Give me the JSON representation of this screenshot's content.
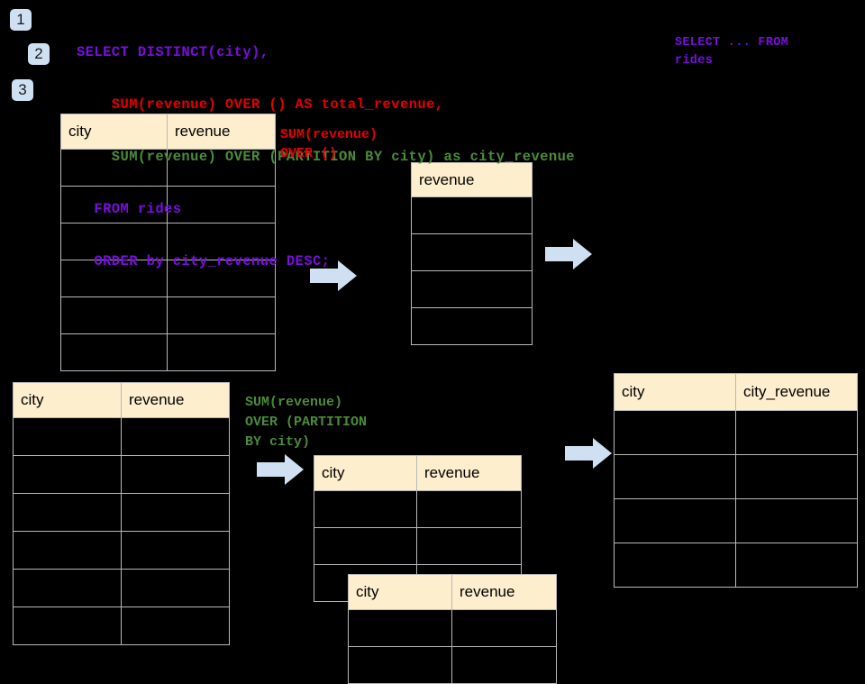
{
  "background": "#000000",
  "colors": {
    "badge_bg": "#cfe0f2",
    "header_bg": "#fdeecd",
    "grid_line": "#b9b9b9",
    "purple": "#7a0fdd",
    "red": "#e60000",
    "green": "#4b8b3b",
    "arrow": "#cfe0f2"
  },
  "badges": [
    {
      "label": "1"
    },
    {
      "label": "2"
    },
    {
      "label": "3"
    }
  ],
  "sql": {
    "lines": [
      {
        "text": "SELECT DISTINCT(city),",
        "color": "purple"
      },
      {
        "text": "    SUM(revenue) OVER () AS total_revenue,",
        "color": "red"
      },
      {
        "text": "    SUM(revenue) OVER (PARTITION BY city) as city_revenue",
        "color": "green"
      },
      {
        "text": "  FROM rides",
        "color": "purple"
      },
      {
        "text": "  ORDER by city_revenue DESC;",
        "color": "purple"
      }
    ]
  },
  "annotations": {
    "source_note": "SELECT ... FROM\nrides",
    "total_revenue_note": "SUM(revenue)\nOVER ()",
    "city_revenue_note": "SUM(revenue)\nOVER (PARTITION\nBY city)"
  },
  "tables": {
    "rides_top": {
      "headers": [
        "city",
        "revenue"
      ],
      "row_count": 6
    },
    "total_revenue": {
      "headers": [
        "revenue"
      ],
      "row_count": 4
    },
    "rides_bottom": {
      "headers": [
        "city",
        "revenue"
      ],
      "row_count": 6
    },
    "partition_back": {
      "headers": [
        "city",
        "revenue"
      ],
      "row_count": 3
    },
    "partition_front": {
      "headers": [
        "city",
        "revenue"
      ],
      "row_count": 2
    },
    "result": {
      "headers": [
        "city",
        "city_revenue"
      ],
      "row_count": 4
    }
  },
  "arrows": [
    {
      "name": "arrow-rides-to-total"
    },
    {
      "name": "arrow-total-to-result"
    },
    {
      "name": "arrow-rides-to-partition"
    },
    {
      "name": "arrow-partition-to-result"
    }
  ]
}
